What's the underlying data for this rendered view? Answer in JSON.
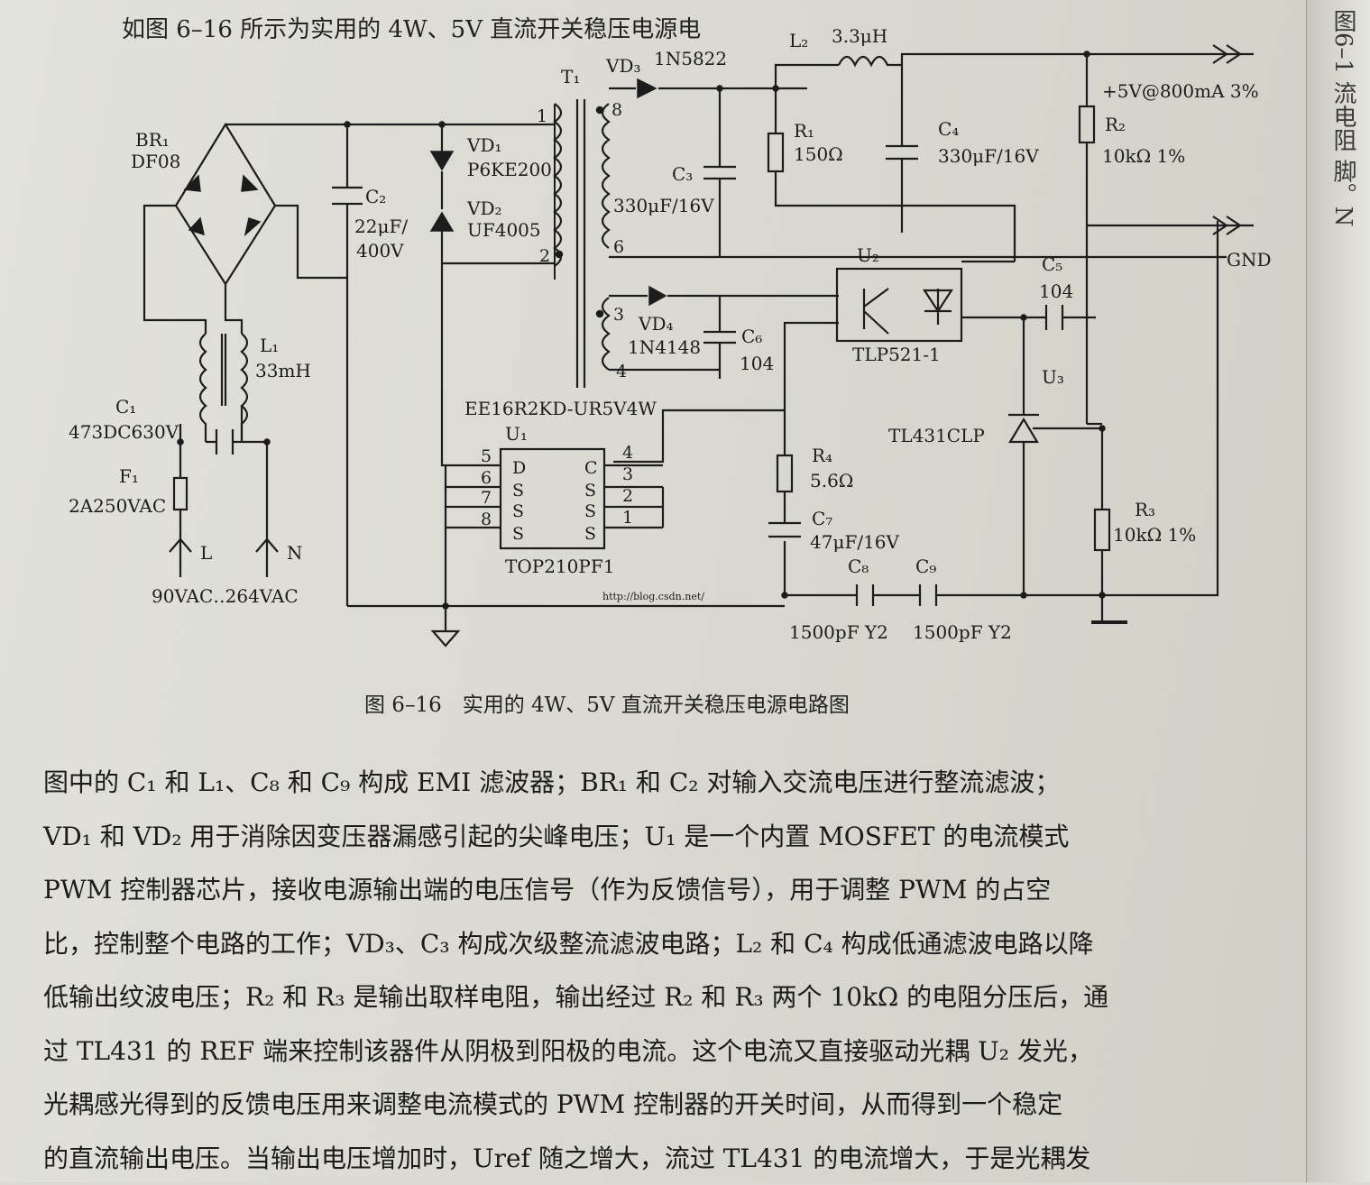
{
  "intro_line": "如图 6–16 所示为实用的 4W、5V 直流开关稳压电源电",
  "edge_text": "图6–1 流电阻 脚。N",
  "caption": "图 6–16　实用的 4W、5V 直流开关稳压电源电路图",
  "labels": {
    "br1": "BR₁",
    "br1_part": "DF08",
    "c2": "C₂",
    "c2_val1": "22μF/",
    "c2_val2": "400V",
    "vd1": "VD₁",
    "vd1_part": "P6KE200",
    "vd2": "VD₂",
    "vd2_part": "UF4005",
    "t1": "T₁",
    "vd3": "VD₃",
    "vd3_part": "1N5822",
    "l2": "L₂",
    "l2_val": "3.3μH",
    "c3": "C₃",
    "c3_val": "330μF/16V",
    "r1": "R₁",
    "r1_val": "150Ω",
    "c4": "C₄",
    "c4_val": "330μF/16V",
    "out_v": "+5V@800mA 3%",
    "r2": "R₂",
    "r2_val": "10kΩ 1%",
    "gnd": "GND",
    "u2": "U₂",
    "c5": "C₅",
    "c5_val": "104",
    "tlp": "TLP521-1",
    "vd4": "VD₄",
    "vd4_part": "1N4148",
    "c6": "C₆",
    "c6_val": "104",
    "u3": "U₃",
    "tl431": "TL431CLP",
    "l1": "L₁",
    "l1_val": "33mH",
    "c1": "C₁",
    "c1_val": "473DC630V",
    "f1": "F₁",
    "f1_val": "2A250VAC",
    "l": "L",
    "n": "N",
    "vin": "90VAC‥264VAC",
    "tx_part": "EE16R2KD-UR5V4W",
    "u1": "U₁",
    "u1_part": "TOP210PF1",
    "r4": "R₄",
    "r4_val": "5.6Ω",
    "c7": "C₇",
    "c7_val": "47μF/16V",
    "c8": "C₈",
    "c9": "C₉",
    "c8_val": "1500pF  Y2",
    "c9_val": "1500pF  Y2",
    "r3": "R₃",
    "r3_val": "10kΩ 1%",
    "pin1": "1",
    "pin2": "2",
    "pin3": "3",
    "pin4": "4",
    "pin6": "6",
    "pin8": "8",
    "chip_d": "D",
    "chip_s": "S",
    "chip_c": "C",
    "cp1": "1",
    "cp2": "2",
    "cp3": "3",
    "cp4": "4",
    "cp5": "5",
    "cp6": "6",
    "cp7": "7",
    "cp8": "8",
    "watermark": "http://blog.csdn.net/"
  },
  "paragraph": [
    "图中的 C₁ 和 L₁、C₈ 和 C₉ 构成 EMI 滤波器；BR₁ 和 C₂ 对输入交流电压进行整流滤波；",
    "VD₁ 和 VD₂ 用于消除因变压器漏感引起的尖峰电压；U₁ 是一个内置 MOSFET 的电流模式",
    "PWM 控制器芯片，接收电源输出端的电压信号（作为反馈信号），用于调整 PWM 的占空",
    "比，控制整个电路的工作；VD₃、C₃ 构成次级整流滤波电路；L₂ 和 C₄ 构成低通滤波电路以降",
    "低输出纹波电压；R₂ 和 R₃ 是输出取样电阻，输出经过 R₂ 和 R₃ 两个 10kΩ 的电阻分压后，通",
    "过 TL431 的 REF 端来控制该器件从阴极到阳极的电流。这个电流又直接驱动光耦 U₂ 发光，",
    "光耦感光得到的反馈电压用来调整电流模式的 PWM 控制器的开关时间，从而得到一个稳定",
    "的直流输出电压。当输出电压增加时，Uref 随之增大，流过 TL431 的电流增大，于是光耦发"
  ]
}
